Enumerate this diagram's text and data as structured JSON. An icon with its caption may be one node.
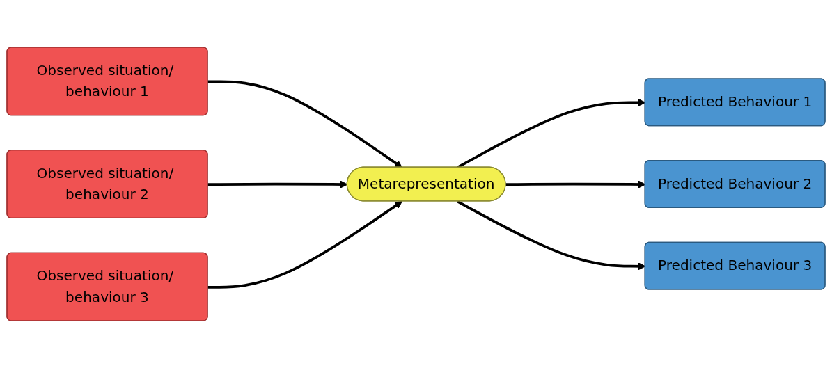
{
  "diagram": {
    "nodes": [
      {
        "text": [
          "Observed situation/ behaviour 1"
        ]
      },
      {
        "text": [
          "Observed situation/ behaviour 2"
        ]
      },
      {
        "text": [
          "Observed situation/ behaviour 3"
        ]
      },
      {
        "text": [
          "Metarepresentation"
        ]
      },
      {
        "text": [
          "Predicted Behaviour 1"
        ]
      },
      {
        "text": [
          "Predicted Behaviour 2"
        ]
      },
      {
        "text": [
          "Predicted Behaviour 3"
        ]
      }
    ],
    "edges": [
      {
        "from": 0,
        "to": 3,
        "arrow": "to"
      },
      {
        "from": 1,
        "to": 3,
        "arrow": "to"
      },
      {
        "from": 2,
        "to": 3,
        "arrow": "to"
      },
      {
        "from": 3,
        "to": 4,
        "arrow": "to"
      },
      {
        "from": 3,
        "to": 5,
        "arrow": "to"
      },
      {
        "from": 3,
        "to": 6,
        "arrow": "to"
      }
    ]
  }
}
